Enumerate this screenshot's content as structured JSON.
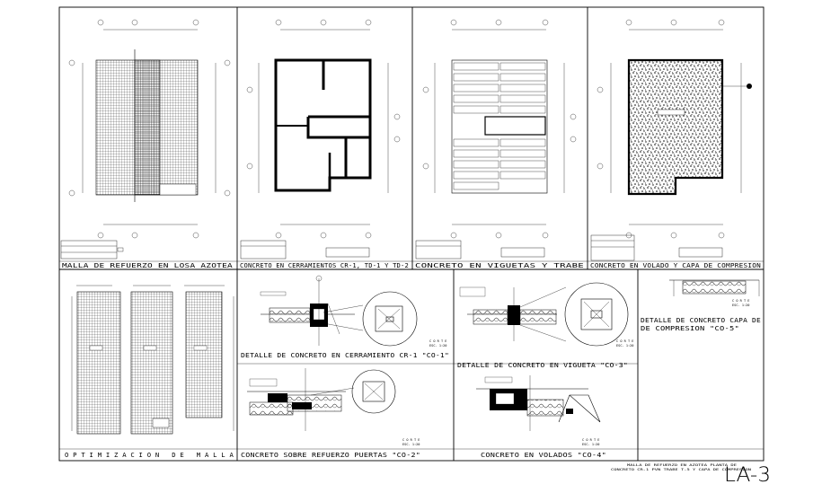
{
  "sheet": {
    "number": "LA-3",
    "title_block": {
      "line1": "MALLA DE REFUERZO EN AZOTEA PLANTA DE",
      "line2": "CONCRETO CR-1 PVN TRABE T-5 Y CAPA DE COMPRESION"
    }
  },
  "panels": {
    "p1": "MALLA DE REFUERZO EN LOSA AZOTEA",
    "p2": "CONCRETO EN CERRAMIENTOS CR-1, TD-1 Y TD-2",
    "p3": "CONCRETO EN VIGUETAS Y TRABE",
    "p4": "CONCRETO EN VOLADO Y CAPA DE COMPRESION",
    "p5": "OPTIMIZACION DE MALLA",
    "p6": "DETALLE DE CONCRETO EN CERRAMIENTO CR-1 \"CO-1\"",
    "p7": "CONCRETO SOBRE REFUERZO PUERTAS \"CO-2\"",
    "p8": "DETALLE DE CONCRETO EN VIGUETA \"CO-3\"",
    "p9": "CONCRETO EN VOLADOS \"CO-4\"",
    "p10_line1": "DETALLE DE CONCRETO CAPA DE",
    "p10_line2": "DE COMPRESION \"CO-5\""
  },
  "detail_labels": {
    "corte": "C O R T E",
    "escala": "ESC. 1:20"
  }
}
